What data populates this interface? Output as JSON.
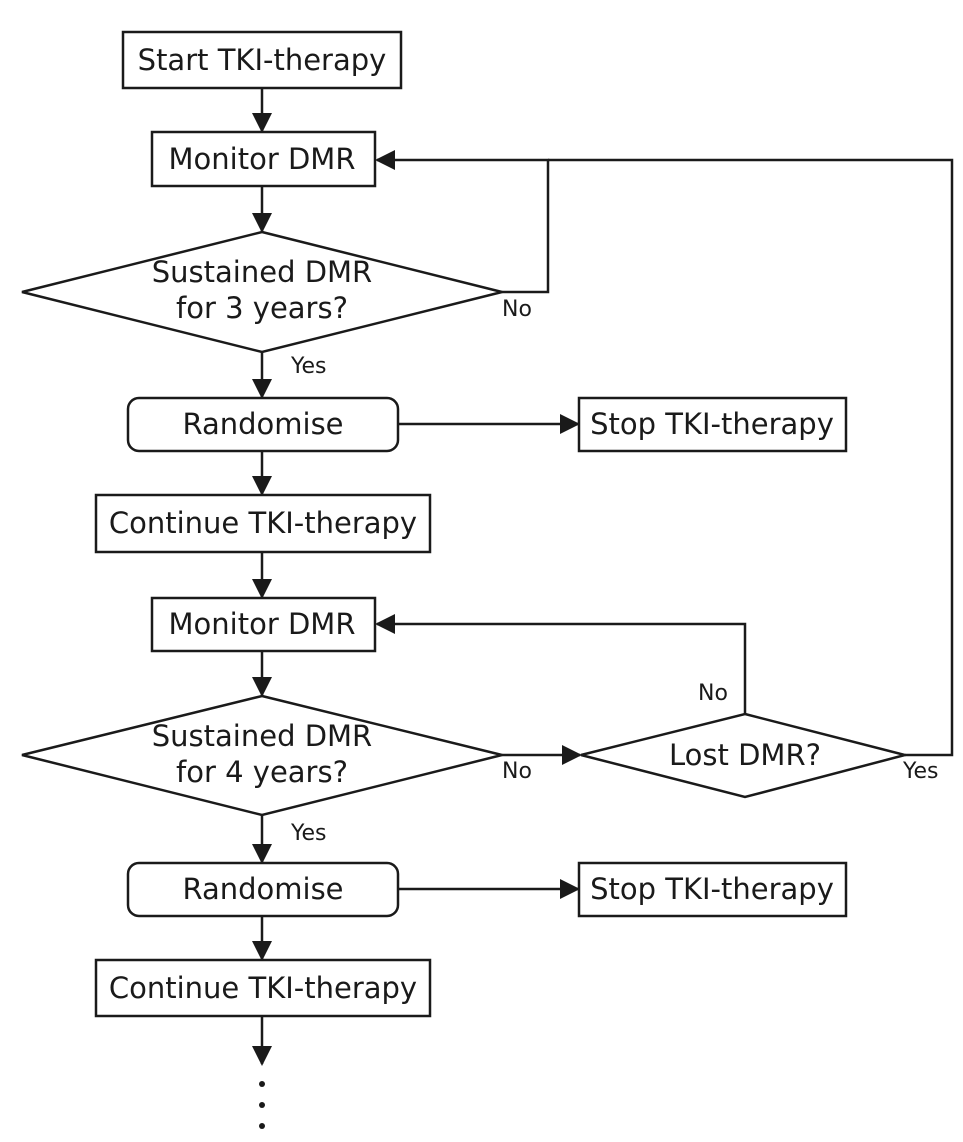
{
  "nodes": {
    "start": "Start TKI-therapy",
    "monitor1": "Monitor DMR",
    "decision1_line1": "Sustained DMR",
    "decision1_line2": "for 3 years?",
    "randomise1": "Randomise",
    "stop1": "Stop TKI-therapy",
    "continue1": "Continue TKI-therapy",
    "monitor2": "Monitor DMR",
    "decision2_line1": "Sustained DMR",
    "decision2_line2": "for 4 years?",
    "lost": "Lost DMR?",
    "randomise2": "Randomise",
    "stop2": "Stop TKI-therapy",
    "continue2": "Continue TKI-therapy"
  },
  "edge_labels": {
    "decision1_no": "No",
    "decision1_yes": "Yes",
    "decision2_no": "No",
    "decision2_yes": "Yes",
    "lost_no": "No",
    "lost_yes": "Yes"
  }
}
